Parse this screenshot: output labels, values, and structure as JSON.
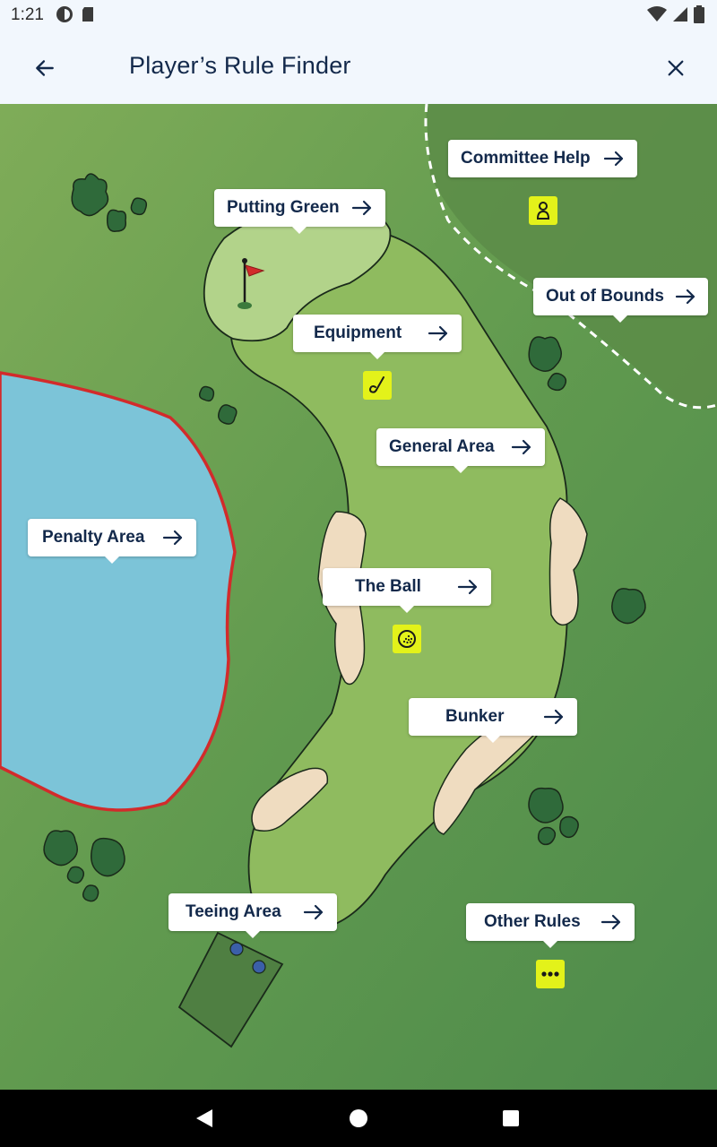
{
  "status_bar": {
    "time": "1:21"
  },
  "app_bar": {
    "title": "Player’s Rule Finder"
  },
  "icons": {
    "back": "arrow-left-icon",
    "close": "close-icon",
    "arrow": "arrow-right-icon",
    "committee": "person-icon",
    "equipment": "golf-club-icon",
    "ball": "golf-ball-icon",
    "other": "more-dots-icon"
  },
  "colors": {
    "accent_badge": "#e3f21a",
    "label_text": "#13294b",
    "rough": "#5a9450",
    "fairway": "#8fbb5f",
    "water": "#7cc4d8",
    "bunker": "#efdcc0",
    "penalty_line": "#d22b2b"
  },
  "map": {
    "callouts": {
      "committee_help": "Committee Help",
      "putting_green": "Putting Green",
      "out_of_bounds": "Out of Bounds",
      "equipment": "Equipment",
      "general_area": "General Area",
      "penalty_area": "Penalty Area",
      "the_ball": "The Ball",
      "bunker": "Bunker",
      "teeing_area": "Teeing Area",
      "other_rules": "Other Rules"
    }
  }
}
